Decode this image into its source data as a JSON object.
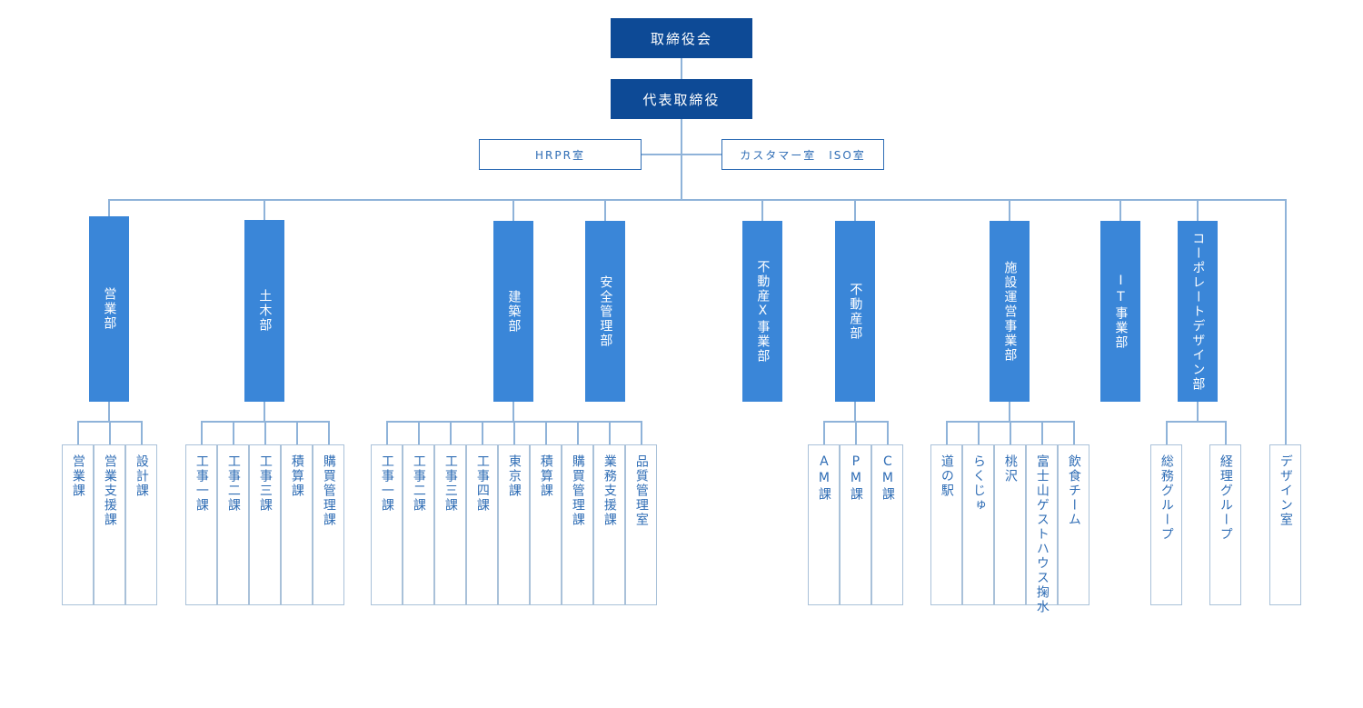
{
  "board": "取締役会",
  "president": "代表取締役",
  "staff_left": "HRPR室",
  "staff_right": "カスタマー室　ISO室",
  "departments": [
    {
      "name": "営業部",
      "sections": [
        "営業課",
        "営業支援課",
        "設計課"
      ]
    },
    {
      "name": "土木部",
      "sections": [
        "工事一課",
        "工事二課",
        "工事三課",
        "積算課",
        "購買管理課"
      ]
    },
    {
      "name": "建築部",
      "sections": [
        "工事一課",
        "工事二課",
        "工事三課",
        "工事四課",
        "東京課",
        "積算課",
        "購買管理課",
        "業務支援課",
        "品質管理室"
      ]
    },
    {
      "name": "安全管理部",
      "sections": []
    },
    {
      "name": "不動産X事業部",
      "sections": []
    },
    {
      "name": "不動産部",
      "sections": [
        "AM課",
        "PM課",
        "CM課"
      ]
    },
    {
      "name": "施設運営事業部",
      "sections": [
        "道の駅",
        "らくじゅ",
        "桃沢",
        "富士山ゲストハウス掬水",
        "飲食チーム"
      ]
    },
    {
      "name": "IT事業部",
      "sections": []
    },
    {
      "name": "コーポレートデザイン部",
      "sections": [
        "総務グループ",
        "経理グループ"
      ]
    }
  ],
  "standalone": "デザイン室",
  "colors": {
    "executive": "#0d4a96",
    "department": "#3a86d8",
    "line": "#8fb3d9",
    "text": "#2f6db5"
  }
}
